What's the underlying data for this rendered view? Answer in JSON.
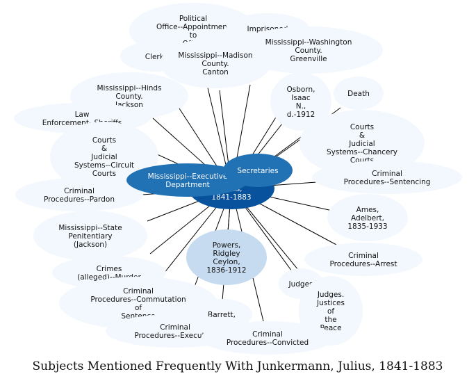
{
  "diagram": {
    "caption": "Subjects Mentioned Frequently With Junkermann, Julius, 1841-1883",
    "center": {
      "label": [
        "Junkermann,",
        "Julius,",
        "1841-1883"
      ]
    },
    "nodes": [
      {
        "id": "political-office",
        "label": [
          "Political",
          "Office--Appointment",
          "to",
          "Office"
        ]
      },
      {
        "id": "imprisoned",
        "label": [
          "Imprisoned"
        ]
      },
      {
        "id": "mississippi-washington",
        "label": [
          "Mississippi--Washington",
          "County.",
          "Greenville"
        ]
      },
      {
        "id": "clerks",
        "label": [
          "Clerks"
        ]
      },
      {
        "id": "mississippi-madison",
        "label": [
          "Mississippi--Madison",
          "County.",
          "Canton"
        ]
      },
      {
        "id": "osborn",
        "label": [
          "Osborn,",
          "Isaac",
          "N.,",
          "d.-1912"
        ]
      },
      {
        "id": "death",
        "label": [
          "Death"
        ]
      },
      {
        "id": "mississippi-hinds",
        "label": [
          "Mississippi--Hinds",
          "County.",
          "Jackson"
        ]
      },
      {
        "id": "law-enforcement",
        "label": [
          "Law",
          "Enforcement--Sheriffs"
        ]
      },
      {
        "id": "courts-chancery",
        "label": [
          "Courts",
          "&",
          "Judicial",
          "Systems--Chancery",
          "Courts"
        ]
      },
      {
        "id": "courts-circuit",
        "label": [
          "Courts",
          "&",
          "Judicial",
          "Systems--Circuit",
          "Courts"
        ]
      },
      {
        "id": "secretaries",
        "label": [
          "Secretaries"
        ]
      },
      {
        "id": "executive-department",
        "label": [
          "Mississippi--Executive",
          "Department"
        ]
      },
      {
        "id": "sentencing",
        "label": [
          "Criminal",
          "Procedures--Sentencing"
        ]
      },
      {
        "id": "pardon",
        "label": [
          "Criminal",
          "Procedures--Pardon"
        ]
      },
      {
        "id": "ames",
        "label": [
          "Ames,",
          "Adelbert,",
          "1835-1933"
        ]
      },
      {
        "id": "penitentiary",
        "label": [
          "Mississippi--State",
          "Penitentiary",
          "(Jackson)"
        ]
      },
      {
        "id": "powers",
        "label": [
          "Powers,",
          "Ridgley",
          "Ceylon,",
          "1836-1912"
        ]
      },
      {
        "id": "arrest",
        "label": [
          "Criminal",
          "Procedures--Arrest"
        ]
      },
      {
        "id": "crimes-murder",
        "label": [
          "Crimes",
          "(alleged)--Murder"
        ]
      },
      {
        "id": "judges",
        "label": [
          "Judges"
        ]
      },
      {
        "id": "commutation",
        "label": [
          "Criminal",
          "Procedures--Commutation",
          "of",
          "Sentence"
        ]
      },
      {
        "id": "judges-justices",
        "label": [
          "Judges.",
          "Justices",
          "of",
          "the",
          "Peace"
        ]
      },
      {
        "id": "barrett",
        "label": [
          "Barrett,"
        ]
      },
      {
        "id": "execution",
        "label": [
          "Criminal",
          "Procedures--Execution"
        ]
      },
      {
        "id": "convicted",
        "label": [
          "Criminal",
          "Procedures--Convicted"
        ]
      }
    ]
  }
}
